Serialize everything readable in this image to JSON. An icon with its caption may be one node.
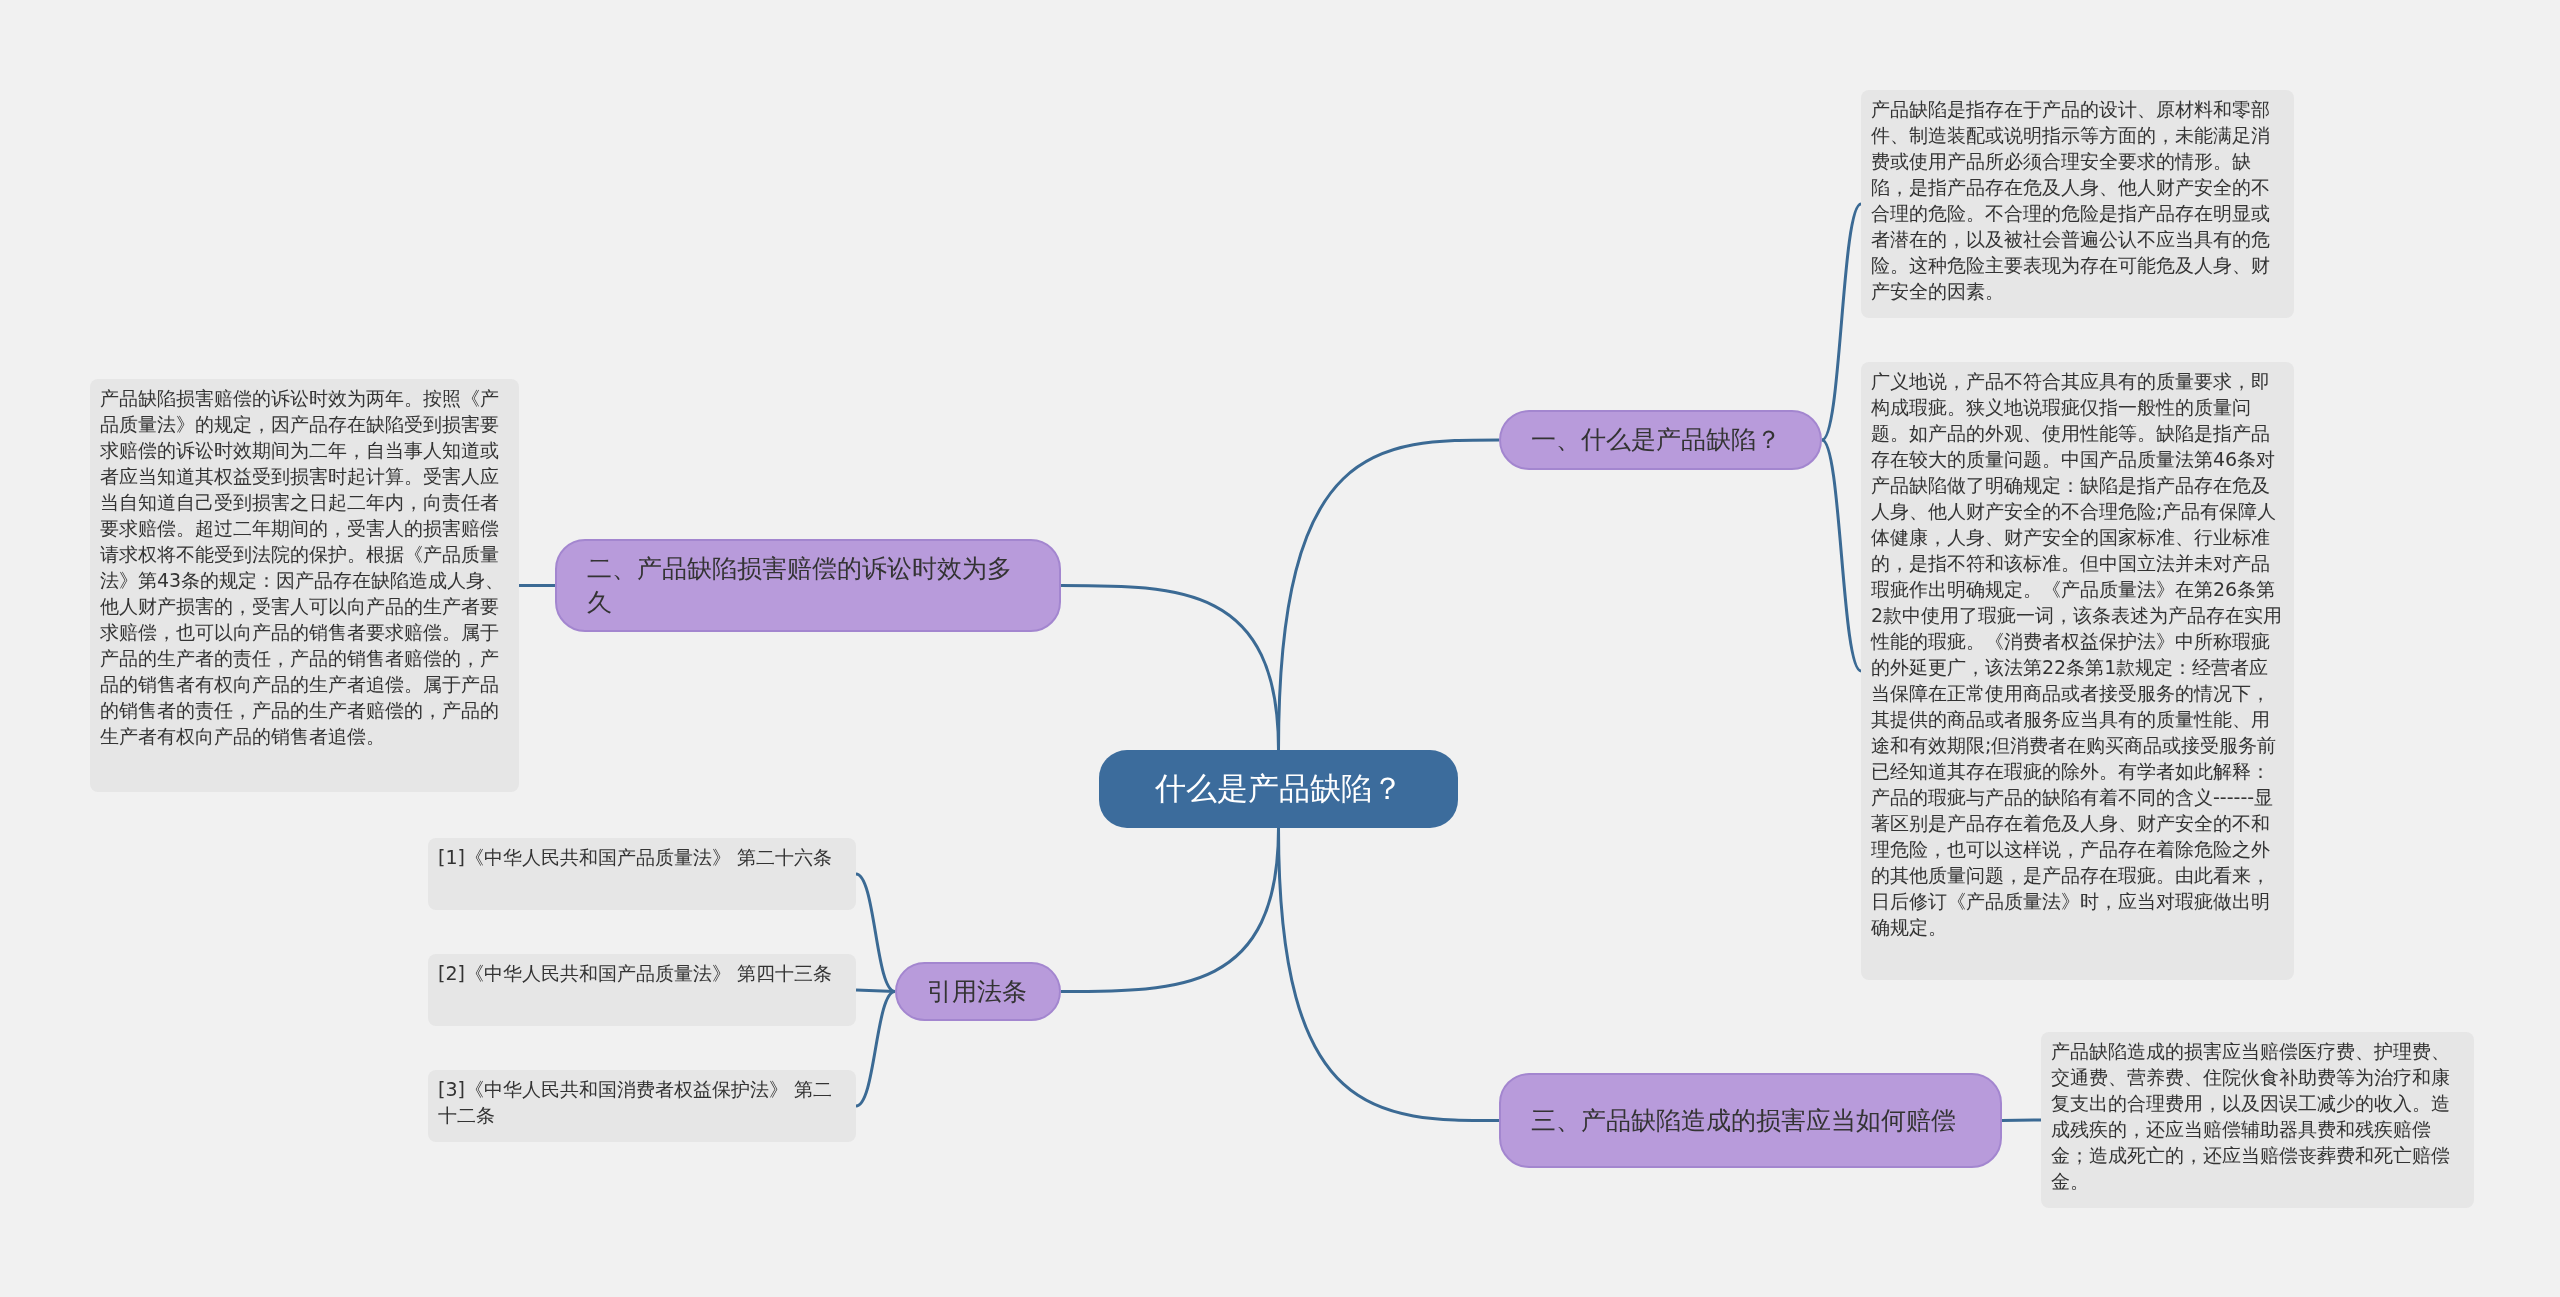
{
  "diagram": {
    "nodes": [
      {
        "text": [
          "什么是产品缺陷？"
        ]
      },
      {
        "text": [
          "一、什么是产品缺陷？"
        ]
      },
      {
        "text": [
          "产品缺陷是指存在于产品的设计、原材料和零部件、制造装配或说明指示等方面的，未能满足消费或使用产品所必须合理安全要求的情形。缺陷，是指产品存在危及人身、他人财产安全的不合理的危险。不合理的危险是指产品存在明显或者潜在的，以及被社会普遍公认不应当具有的危险。这种危险主要表现为存在可能危及人身、财产安全的因素。"
        ]
      },
      {
        "text": [
          "广义地说，产品不符合其应具有的质量要求，即构成瑕疵。狭义地说瑕疵仅指一般性的质量问题。如产品的外观、使用性能等。缺陷是指产品存在较大的质量问题。中国产品质量法第46条对产品缺陷做了明确规定：缺陷是指产品存在危及人身、他人财产安全的不合理危险;产品有保障人体健康，人身、财产安全的国家标准、行业标准的，是指不符和该标准。但中国立法并未对产品瑕疵作出明确规定。《产品质量法》在第26条第2款中使用了瑕疵一词，该条表述为产品存在实用性能的瑕疵。《消费者权益保护法》中所称瑕疵的外延更广，该法第22条第1款规定：经营者应当保障在正常使用商品或者接受服务的情况下，其提供的商品或者服务应当具有的质量性能、用途和有效期限;但消费者在购买商品或接受服务前已经知道其存在瑕疵的除外。有学者如此解释：产品的瑕疵与产品的缺陷有着不同的含义------显著区别是产品存在着危及人身、财产安全的不和理危险，也可以这样说，产品存在着除危险之外的其他质量问题，是产品存在瑕疵。由此看来，日后修订《产品质量法》时，应当对瑕疵做出明确规定。"
        ]
      },
      {
        "text": [
          "二、产品缺陷损害赔偿的诉讼时效为多久"
        ]
      },
      {
        "text": [
          "产品缺陷损害赔偿的诉讼时效为两年。按照《产品质量法》的规定，因产品存在缺陷受到损害要求赔偿的诉讼时效期间为二年，自当事人知道或者应当知道其权益受到损害时起计算。受害人应当自知道自己受到损害之日起二年内，向责任者要求赔偿。超过二年期间的，受害人的损害赔偿请求权将不能受到法院的保护。根据《产品质量法》第43条的规定：因产品存在缺陷造成人身、他人财产损害的，受害人可以向产品的生产者要求赔偿，也可以向产品的销售者要求赔偿。属于产品的生产者的责任，产品的销售者赔偿的，产品的销售者有权向产品的生产者追偿。属于产品的销售者的责任，产品的生产者赔偿的，产品的生产者有权向产品的销售者追偿。"
        ]
      },
      {
        "text": [
          "三、产品缺陷造成的损害应当如何赔偿"
        ]
      },
      {
        "text": [
          "产品缺陷造成的损害应当赔偿医疗费、护理费、交通费、营养费、住院伙食补助费等为治疗和康复支出的合理费用，以及因误工减少的收入。造成残疾的，还应当赔偿辅助器具费和残疾赔偿金；造成死亡的，还应当赔偿丧葬费和死亡赔偿金。"
        ]
      },
      {
        "text": [
          "引用法条"
        ]
      },
      {
        "text": [
          "[1]《中华人民共和国产品质量法》 第二十六条"
        ]
      },
      {
        "text": [
          "[2]《中华人民共和国产品质量法》 第四十三条"
        ]
      },
      {
        "text": [
          "[3]《中华人民共和国消费者权益保护法》 第二十二条"
        ]
      }
    ],
    "edges": [
      {
        "from": 0,
        "to": 1,
        "arrow": "none"
      },
      {
        "from": 1,
        "to": 2,
        "arrow": "none"
      },
      {
        "from": 1,
        "to": 3,
        "arrow": "none"
      },
      {
        "from": 0,
        "to": 4,
        "arrow": "none"
      },
      {
        "from": 4,
        "to": 5,
        "arrow": "none"
      },
      {
        "from": 0,
        "to": 6,
        "arrow": "none"
      },
      {
        "from": 6,
        "to": 7,
        "arrow": "none"
      },
      {
        "from": 0,
        "to": 8,
        "arrow": "none"
      },
      {
        "from": 8,
        "to": 9,
        "arrow": "none"
      },
      {
        "from": 8,
        "to": 10,
        "arrow": "none"
      },
      {
        "from": 8,
        "to": 11,
        "arrow": "none"
      }
    ]
  }
}
